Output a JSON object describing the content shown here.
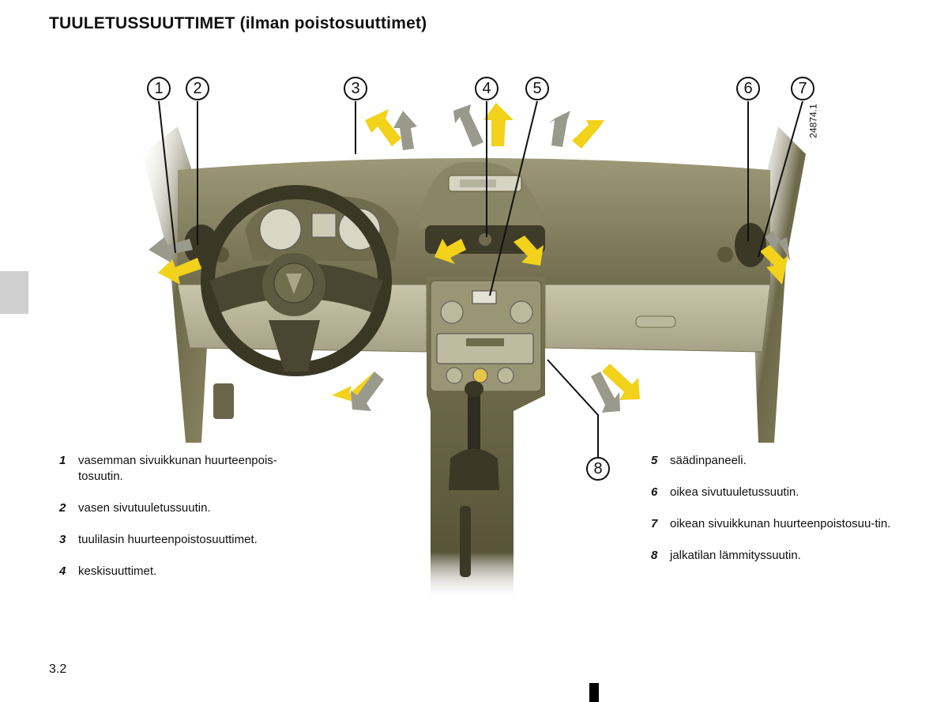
{
  "page": {
    "title": "TUULETUSSUUTTIMET (ilman poistosuuttimet)",
    "page_number": "3.2",
    "figure_code": "24874.1"
  },
  "callouts": [
    "1",
    "2",
    "3",
    "4",
    "5",
    "6",
    "7",
    "8"
  ],
  "legend_left": [
    {
      "num": "1",
      "text": "vasemman sivuikkunan huurteenpois-tosuutin."
    },
    {
      "num": "2",
      "text": "vasen sivutuuletussuutin."
    },
    {
      "num": "3",
      "text": "tuulilasin huurteenpoistosuuttimet."
    },
    {
      "num": "4",
      "text": "keskisuuttimet."
    }
  ],
  "legend_right": [
    {
      "num": "5",
      "text": "säädinpaneeli."
    },
    {
      "num": "6",
      "text": "oikea sivutuuletussuutin."
    },
    {
      "num": "7",
      "text": "oikean sivuikkunan huurteenpoistosuu-tin."
    },
    {
      "num": "8",
      "text": "jalkatilan lämmityssuutin."
    }
  ],
  "colors": {
    "dashboard": "#8c8766",
    "dashboard_light": "#b8b396",
    "dashboard_dark": "#4a4632",
    "arrow_yellow": "#f2d21a",
    "arrow_grey": "#9a9a8c",
    "side_tab": "#cfcfcf"
  }
}
